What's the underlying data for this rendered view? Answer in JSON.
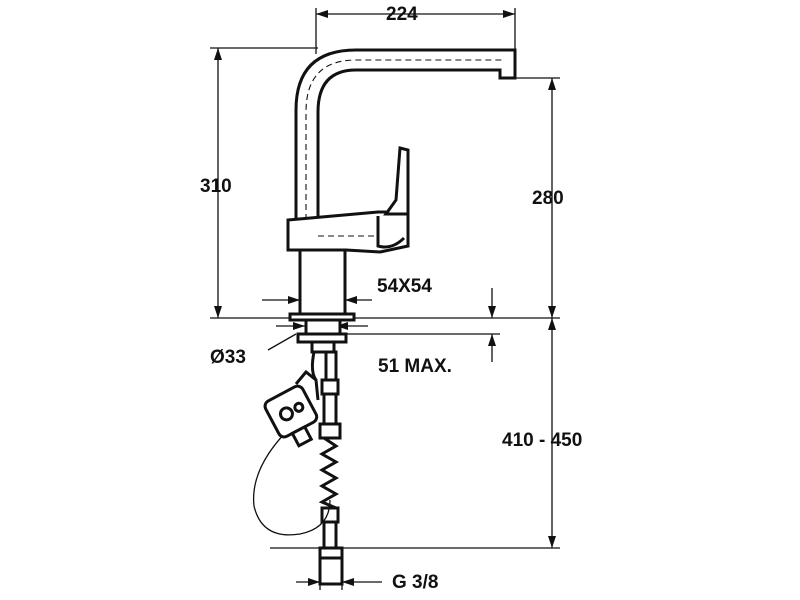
{
  "drawing": {
    "dimensions": {
      "spout_reach": "224",
      "total_height": "310",
      "outlet_height": "280",
      "base_size": "54X54",
      "hole_diameter": "Ø33",
      "deck_thickness": "51 MAX.",
      "under_sink_length": "410 - 450",
      "connection_thread": "G 3/8"
    }
  },
  "colors": {
    "line": "#111111",
    "background": "#ffffff"
  }
}
